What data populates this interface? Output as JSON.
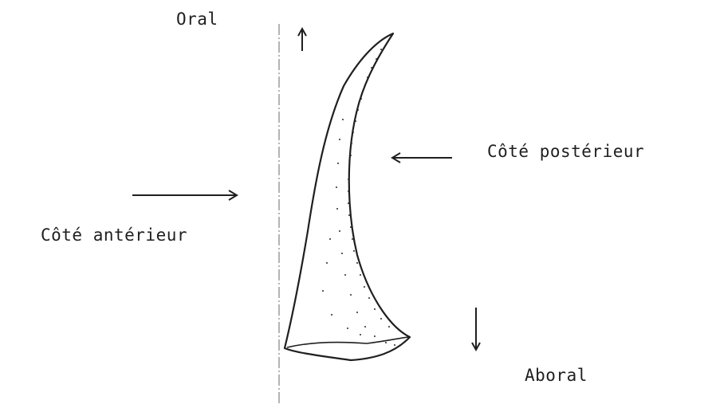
{
  "labels": {
    "oral": "Oral",
    "posterior_side": "Côté postérieur",
    "anterior_side": "Côté antérieur",
    "aboral": "Aboral"
  },
  "colors": {
    "ink": "#1f1f1f",
    "axis": "#6a6a6a",
    "background": "#ffffff"
  }
}
